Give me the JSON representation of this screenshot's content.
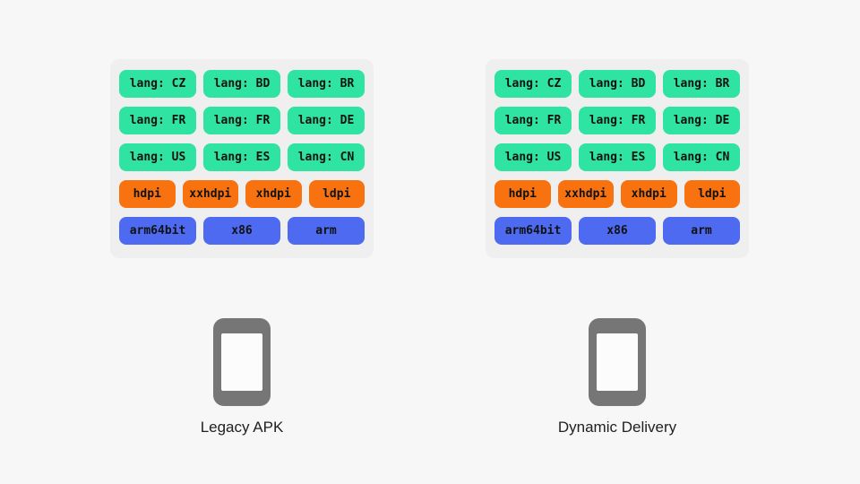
{
  "colors": {
    "page_bg": "#f7f7f7",
    "panel_bg": "#efefef",
    "chip_green": "#2fe3a2",
    "chip_orange": "#f97210",
    "chip_blue": "#4d6af0",
    "chip_text": "#121212",
    "phone_gray": "#767676",
    "phone_screen": "#fcfcfc",
    "label_text": "#202124"
  },
  "columns": [
    {
      "id": "legacy-apk",
      "label": "Legacy APK",
      "chip_rows": [
        {
          "color": "green",
          "chips": [
            "lang: CZ",
            "lang: BD",
            "lang: BR"
          ]
        },
        {
          "color": "green",
          "chips": [
            "lang: FR",
            "lang: FR",
            "lang: DE"
          ]
        },
        {
          "color": "green",
          "chips": [
            "lang: US",
            "lang: ES",
            "lang: CN"
          ]
        },
        {
          "color": "orange",
          "chips": [
            "hdpi",
            "xxhdpi",
            "xhdpi",
            "ldpi"
          ]
        },
        {
          "color": "blue",
          "chips": [
            "arm64bit",
            "x86",
            "arm"
          ]
        }
      ]
    },
    {
      "id": "dynamic-delivery",
      "label": "Dynamic Delivery",
      "chip_rows": [
        {
          "color": "green",
          "chips": [
            "lang: CZ",
            "lang: BD",
            "lang: BR"
          ]
        },
        {
          "color": "green",
          "chips": [
            "lang: FR",
            "lang: FR",
            "lang: DE"
          ]
        },
        {
          "color": "green",
          "chips": [
            "lang: US",
            "lang: ES",
            "lang: CN"
          ]
        },
        {
          "color": "orange",
          "chips": [
            "hdpi",
            "xxhdpi",
            "xhdpi",
            "ldpi"
          ]
        },
        {
          "color": "blue",
          "chips": [
            "arm64bit",
            "x86",
            "arm"
          ]
        }
      ]
    }
  ]
}
